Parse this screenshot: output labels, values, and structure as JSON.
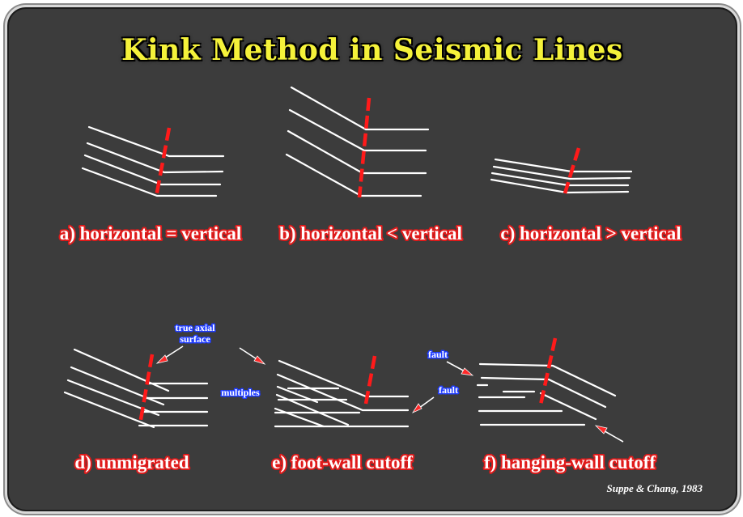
{
  "title": "Kink Method in Seismic Lines",
  "captions": {
    "a": "a) horizontal = vertical",
    "b": "b) horizontal < vertical",
    "c": "c) horizontal > vertical",
    "d": "d) unmigrated",
    "e": "e) foot-wall cutoff",
    "f": "f) hanging-wall cutoff"
  },
  "notes": {
    "true_axial_1": "true axial",
    "true_axial_2": "surface",
    "multiples": "multiples",
    "fault_1": "fault",
    "fault_2": "fault"
  },
  "credit": "Suppe & Chang, 1983",
  "colors": {
    "background": "#3c3c3c",
    "title": "#f5f23a",
    "reflector": "#ffffff",
    "axial_surface": "#ff1a1a",
    "caption_outline": "#e01b1b",
    "note_outline": "#1f3cff"
  }
}
